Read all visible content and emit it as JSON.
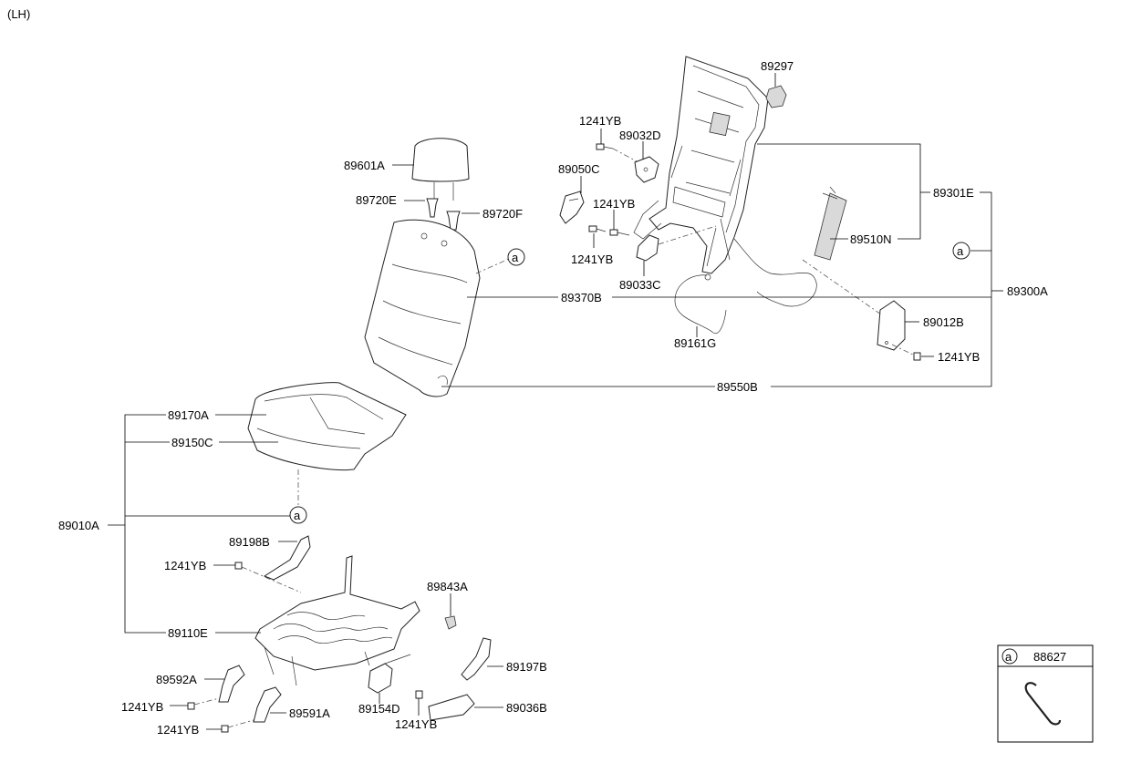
{
  "page": {
    "side_label": "(LH)"
  },
  "callout_letter": "a",
  "inset": {
    "letter": "a",
    "part_number": "88627"
  },
  "labels": {
    "p89297": "89297",
    "p1241yb_top": "1241YB",
    "p89032d": "89032D",
    "p89050c": "89050C",
    "p1241yb_mid": "1241YB",
    "p1241yb_lower": "1241YB",
    "p89033c": "89033C",
    "p89301e": "89301E",
    "p89510n": "89510N",
    "p89300a": "89300A",
    "p89601a": "89601A",
    "p89720e": "89720E",
    "p89720f": "89720F",
    "p89370b": "89370B",
    "p89161g": "89161G",
    "p89012b": "89012B",
    "p1241yb_right": "1241YB",
    "p89550b": "89550B",
    "p89170a": "89170A",
    "p89150c": "89150C",
    "p89010a": "89010A",
    "p89198b": "89198B",
    "p1241yb_rail": "1241YB",
    "p89843a": "89843A",
    "p89110e": "89110E",
    "p89197b": "89197B",
    "p89592a": "89592A",
    "p1241yb_bl1": "1241YB",
    "p89154d": "89154D",
    "p89036b": "89036B",
    "p89591a": "89591A",
    "p1241yb_bl2": "1241YB",
    "p1241yb_bot": "1241YB"
  }
}
